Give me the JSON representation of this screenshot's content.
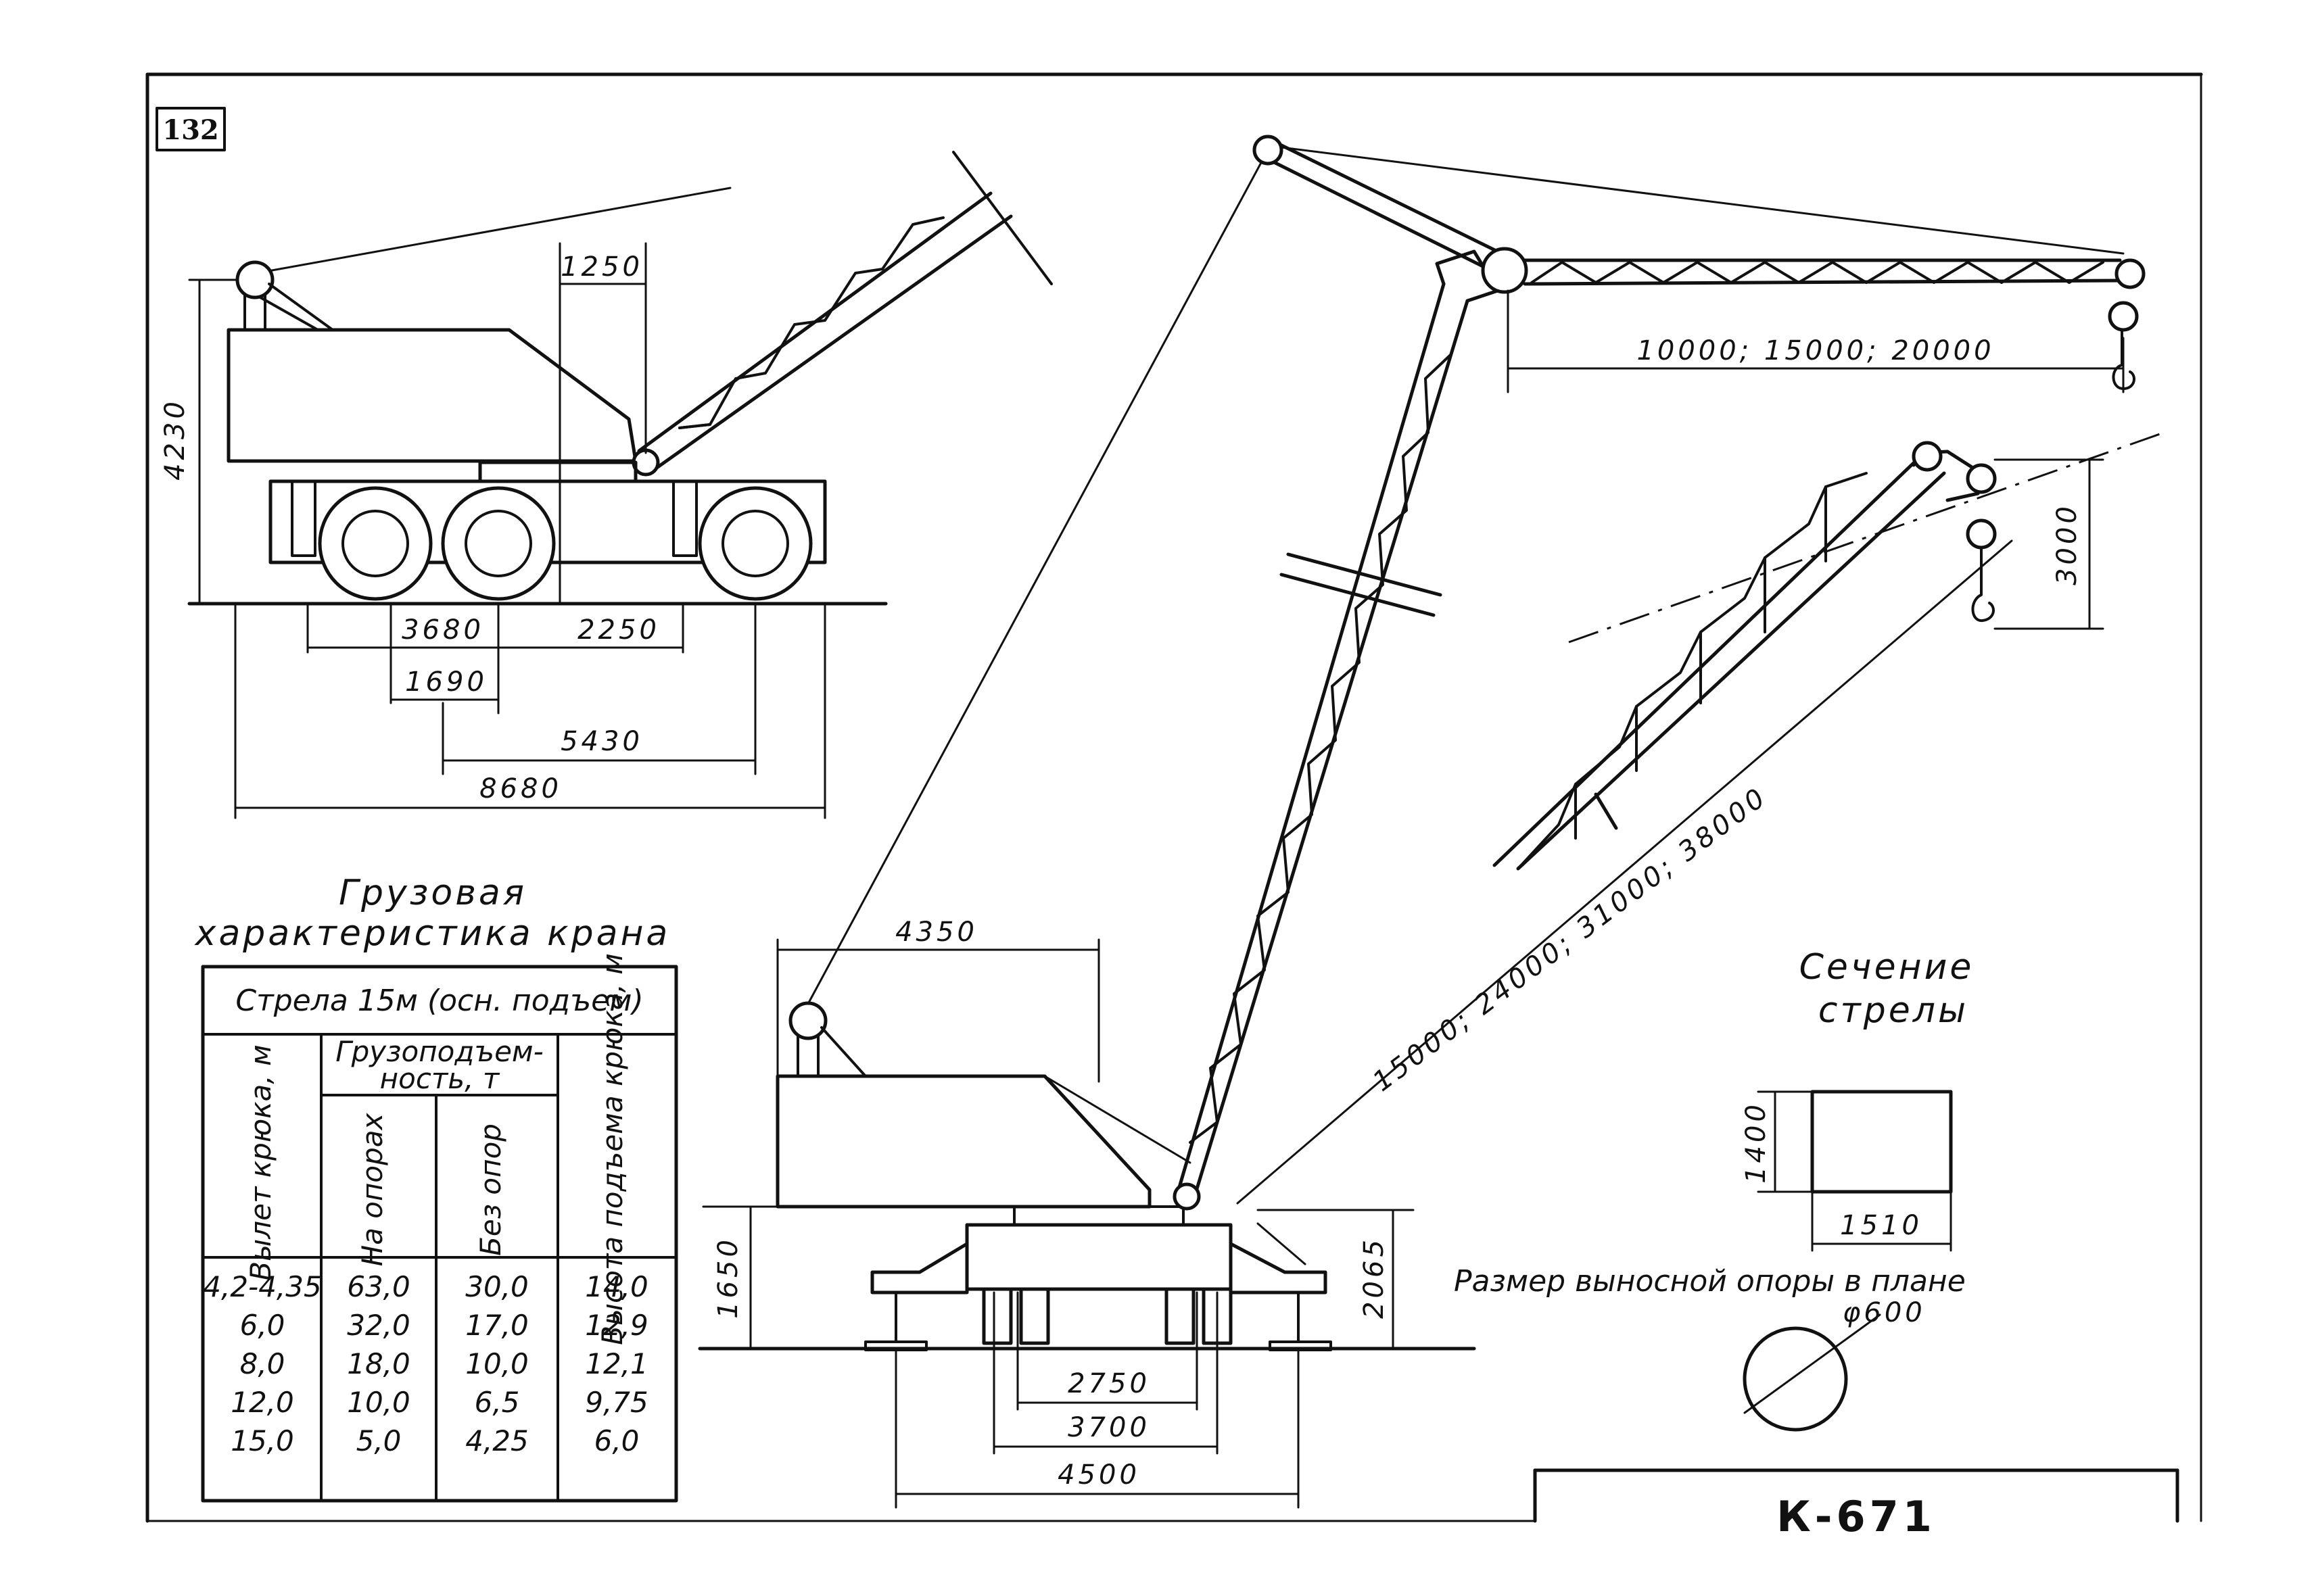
{
  "page_number": "132",
  "model_label": "К-671",
  "top_view": {
    "height": "4230",
    "offset_1250": "1250",
    "dim_3680": "3680",
    "dim_2250": "2250",
    "dim_1690": "1690",
    "dim_5430": "5430",
    "dim_8680": "8680"
  },
  "main_view": {
    "dim_4350": "4350",
    "dim_1650": "1650",
    "dim_2065": "2065",
    "dim_2750": "2750",
    "dim_3700": "3700",
    "dim_4500": "4500",
    "boom_lengths": "15000; 24000; 31000; 38000"
  },
  "jib_view": {
    "jib_lengths": "10000; 15000; 20000",
    "hook_drop": "3000"
  },
  "section": {
    "title_line1": "Сечение",
    "title_line2": "стрелы",
    "height": "1400",
    "width": "1510"
  },
  "outrigger": {
    "caption": "Размер выносной опоры в плане",
    "diameter": "φ600"
  },
  "load_chart": {
    "title_line1": "Грузовая",
    "title_line2": "характеристика крана",
    "boom_header": "Стрела 15м (осн. подъем)",
    "col_reach": "Вылет крюка, м",
    "col_capacity_group_1": "Грузоподъем-",
    "col_capacity_group_2": "ность, т",
    "col_on_supports": "На опорах",
    "col_no_supports": "Без опор",
    "col_height": "Высота подъема крюка, м",
    "rows": [
      {
        "reach": "4,2-4,35",
        "on": "63,0",
        "off": "30,0",
        "h": "14,0"
      },
      {
        "reach": "6,0",
        "on": "32,0",
        "off": "17,0",
        "h": "12,9"
      },
      {
        "reach": "8,0",
        "on": "18,0",
        "off": "10,0",
        "h": "12,1"
      },
      {
        "reach": "12,0",
        "on": "10,0",
        "off": "6,5",
        "h": "9,75"
      },
      {
        "reach": "15,0",
        "on": "5,0",
        "off": "4,25",
        "h": "6,0"
      }
    ]
  }
}
